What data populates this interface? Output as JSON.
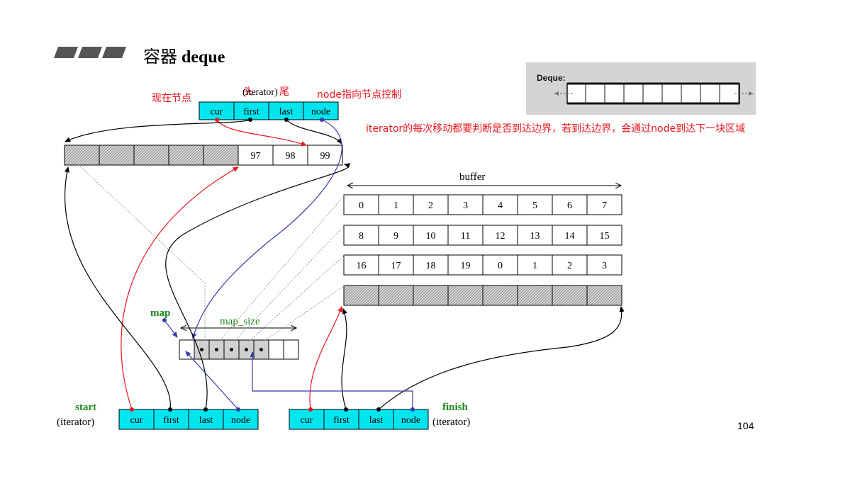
{
  "title": {
    "zh": "容器",
    "en": "deque"
  },
  "annotations": {
    "current_node": "现在节点",
    "head": "头",
    "tail": "尾",
    "node_control": "node指向节点控制",
    "iterator_note": "iterator的每次移动都要判断是否到达边界，若到达边界，会通过node到达下一块区域"
  },
  "top_iterator": {
    "label": "(iterator)",
    "fields": [
      "cur",
      "first",
      "last",
      "node"
    ]
  },
  "start_iterator": {
    "name": "start",
    "label": "(iterator)",
    "fields": [
      "cur",
      "first",
      "last",
      "node"
    ]
  },
  "finish_iterator": {
    "name": "finish",
    "label": "(iterator)",
    "fields": [
      "cur",
      "first",
      "last",
      "node"
    ]
  },
  "first_buffer": {
    "cells": [
      "",
      "",
      "",
      "",
      "",
      "97",
      "98",
      "99"
    ]
  },
  "buffer_label": "buffer",
  "buffer_rows": [
    [
      "0",
      "1",
      "2",
      "3",
      "4",
      "5",
      "6",
      "7"
    ],
    [
      "8",
      "9",
      "10",
      "11",
      "12",
      "13",
      "14",
      "15"
    ],
    [
      "16",
      "17",
      "18",
      "19",
      "0",
      "1",
      "2",
      "3"
    ],
    [
      "",
      "",
      "",
      "",
      "",
      "",
      "",
      ""
    ]
  ],
  "map": {
    "label": "map",
    "size_label": "map_size",
    "cell_count": 8,
    "filled": [
      false,
      true,
      true,
      true,
      true,
      true,
      false,
      false
    ]
  },
  "inset": {
    "label": "Deque:"
  },
  "page_number": "104",
  "colors": {
    "cyan": "#00e5ee",
    "red": "#e8141e",
    "green": "#1e8a1e",
    "blue": "#3a3aa8"
  }
}
